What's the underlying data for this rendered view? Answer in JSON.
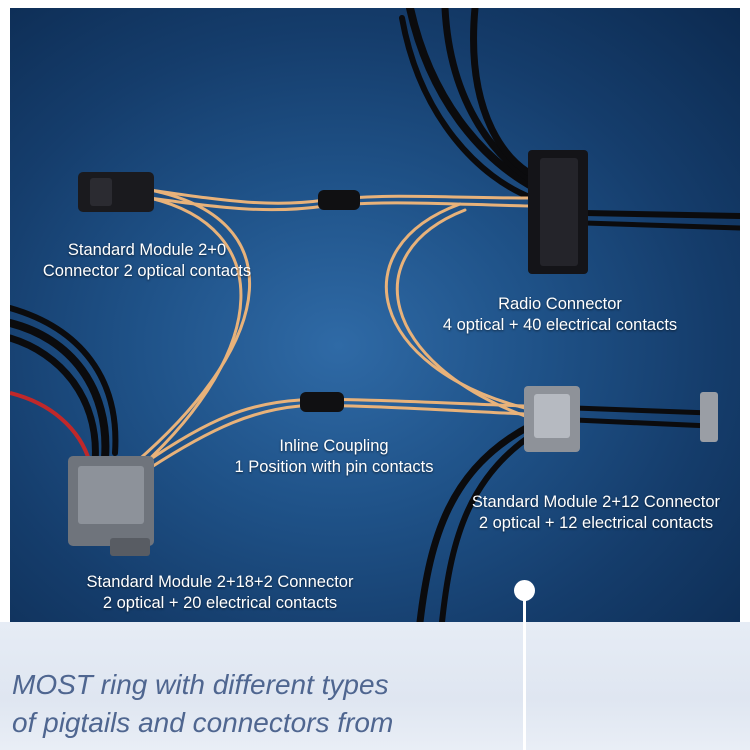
{
  "labels": {
    "standard_2_0": {
      "line1": "Standard Module 2+0",
      "line2": "Connector 2 optical contacts"
    },
    "radio": {
      "line1": "Radio Connector",
      "line2": "4 optical + 40 electrical contacts"
    },
    "inline": {
      "line1": "Inline Coupling",
      "line2": "1 Position with pin contacts"
    },
    "standard_2_12": {
      "line1": "Standard Module 2+12 Connector",
      "line2": "2 optical + 12 electrical contacts"
    },
    "standard_2_18_2": {
      "line1": "Standard Module 2+18+2 Connector",
      "line2": "2 optical + 20 electrical contacts"
    }
  },
  "caption": {
    "line1": "MOST ring with different types",
    "line2": "of pigtails and connectors from"
  },
  "colors": {
    "background_blue": "#1f5288",
    "fiber": "#e8b27a",
    "cable": "#0b0b0d",
    "red_wire": "#c0282a",
    "caption_text": "#4f6690"
  }
}
